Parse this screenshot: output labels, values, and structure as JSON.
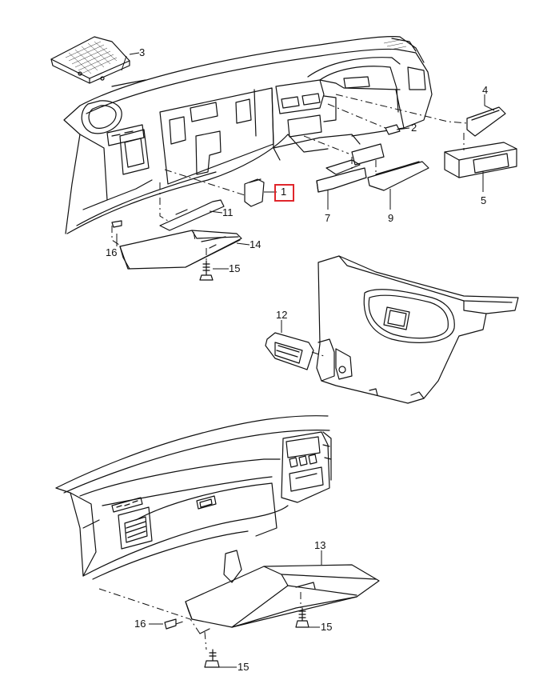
{
  "callouts": [
    {
      "id": "c1",
      "text": "1",
      "highlighted": true
    },
    {
      "id": "c2",
      "text": "2"
    },
    {
      "id": "c3",
      "text": "3"
    },
    {
      "id": "c4",
      "text": "4"
    },
    {
      "id": "c5",
      "text": "5"
    },
    {
      "id": "c7",
      "text": "7"
    },
    {
      "id": "c9",
      "text": "9"
    },
    {
      "id": "c11",
      "text": "11"
    },
    {
      "id": "c14",
      "text": "14"
    },
    {
      "id": "c15a",
      "text": "15"
    },
    {
      "id": "c16a",
      "text": "16"
    },
    {
      "id": "c12",
      "text": "12"
    },
    {
      "id": "c13",
      "text": "13"
    },
    {
      "id": "c16b",
      "text": "16"
    },
    {
      "id": "c15b",
      "text": "15"
    },
    {
      "id": "c15c",
      "text": "15"
    }
  ],
  "colors": {
    "line": "#111111",
    "highlight": "#e0262b",
    "background": "#ffffff"
  }
}
